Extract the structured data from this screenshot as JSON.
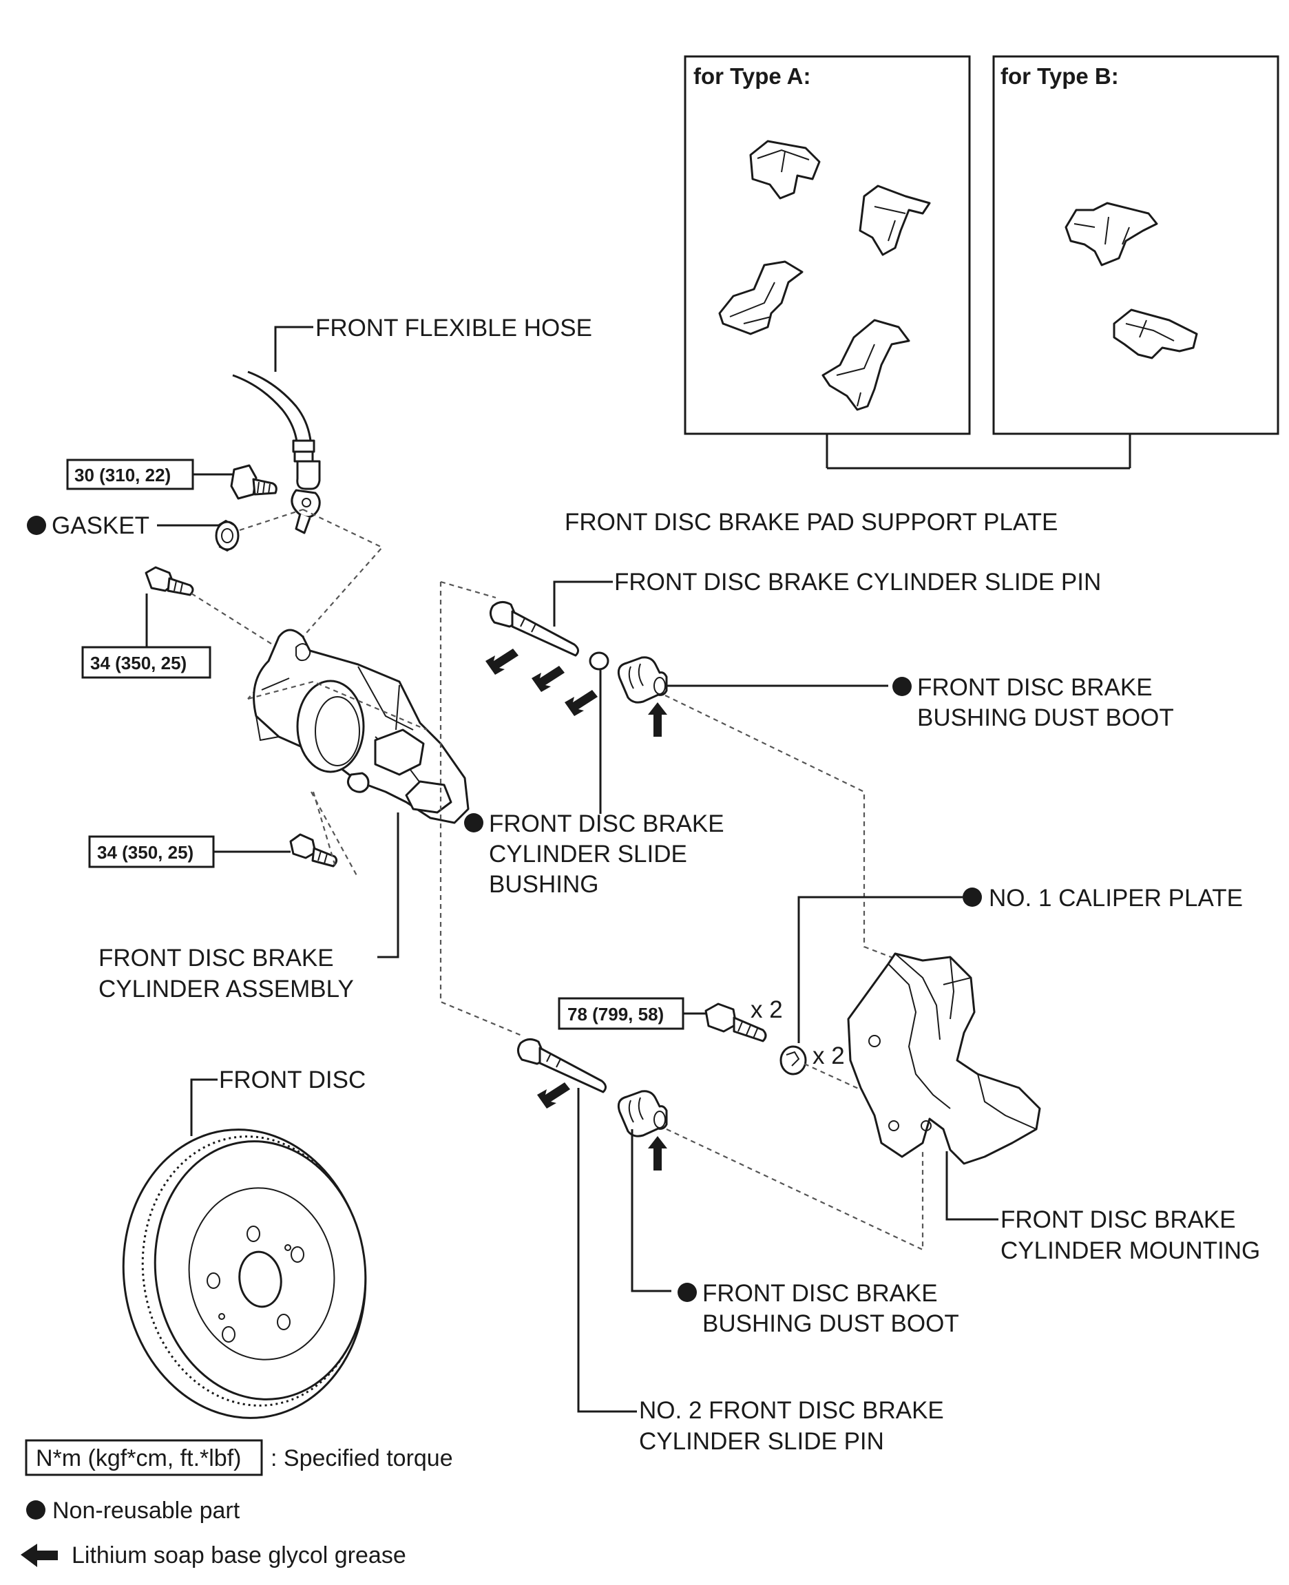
{
  "type_boxes": {
    "type_a": "for Type A:",
    "type_b": "for Type B:"
  },
  "labels": {
    "front_flexible_hose": "FRONT FLEXIBLE HOSE",
    "gasket": "GASKET",
    "pad_support_plate": "FRONT DISC BRAKE PAD SUPPORT PLATE",
    "slide_pin": "FRONT DISC BRAKE CYLINDER SLIDE PIN",
    "dust_boot_upper_1": "FRONT DISC BRAKE",
    "dust_boot_upper_2": "BUSHING DUST BOOT",
    "slide_bushing_1": "FRONT DISC BRAKE",
    "slide_bushing_2": "CYLINDER SLIDE",
    "slide_bushing_3": "BUSHING",
    "caliper_plate": "NO. 1 CALIPER PLATE",
    "cylinder_assembly_1": "FRONT DISC BRAKE",
    "cylinder_assembly_2": "CYLINDER ASSEMBLY",
    "front_disc": "FRONT DISC",
    "mounting_1": "FRONT DISC BRAKE",
    "mounting_2": "CYLINDER MOUNTING",
    "dust_boot_lower_1": "FRONT DISC BRAKE",
    "dust_boot_lower_2": "BUSHING DUST BOOT",
    "no2_slide_pin_1": "NO. 2 FRONT DISC BRAKE",
    "no2_slide_pin_2": "CYLINDER SLIDE PIN",
    "qty_bolt": "x 2",
    "qty_plate": "x 2"
  },
  "torques": {
    "hose_bolt": "30 (310, 22)",
    "upper_bolt": "34 (350, 25)",
    "lower_bolt": "34 (350, 25)",
    "mounting_bolt": "78 (799, 58)"
  },
  "legend": {
    "torque_box": "N*m (kgf*cm, ft.*lbf)",
    "torque_desc": ": Specified torque",
    "non_reusable": "Non-reusable part",
    "grease": "Lithium soap base glycol grease"
  },
  "colors": {
    "ink": "#1a1a1a",
    "background": "#ffffff"
  }
}
